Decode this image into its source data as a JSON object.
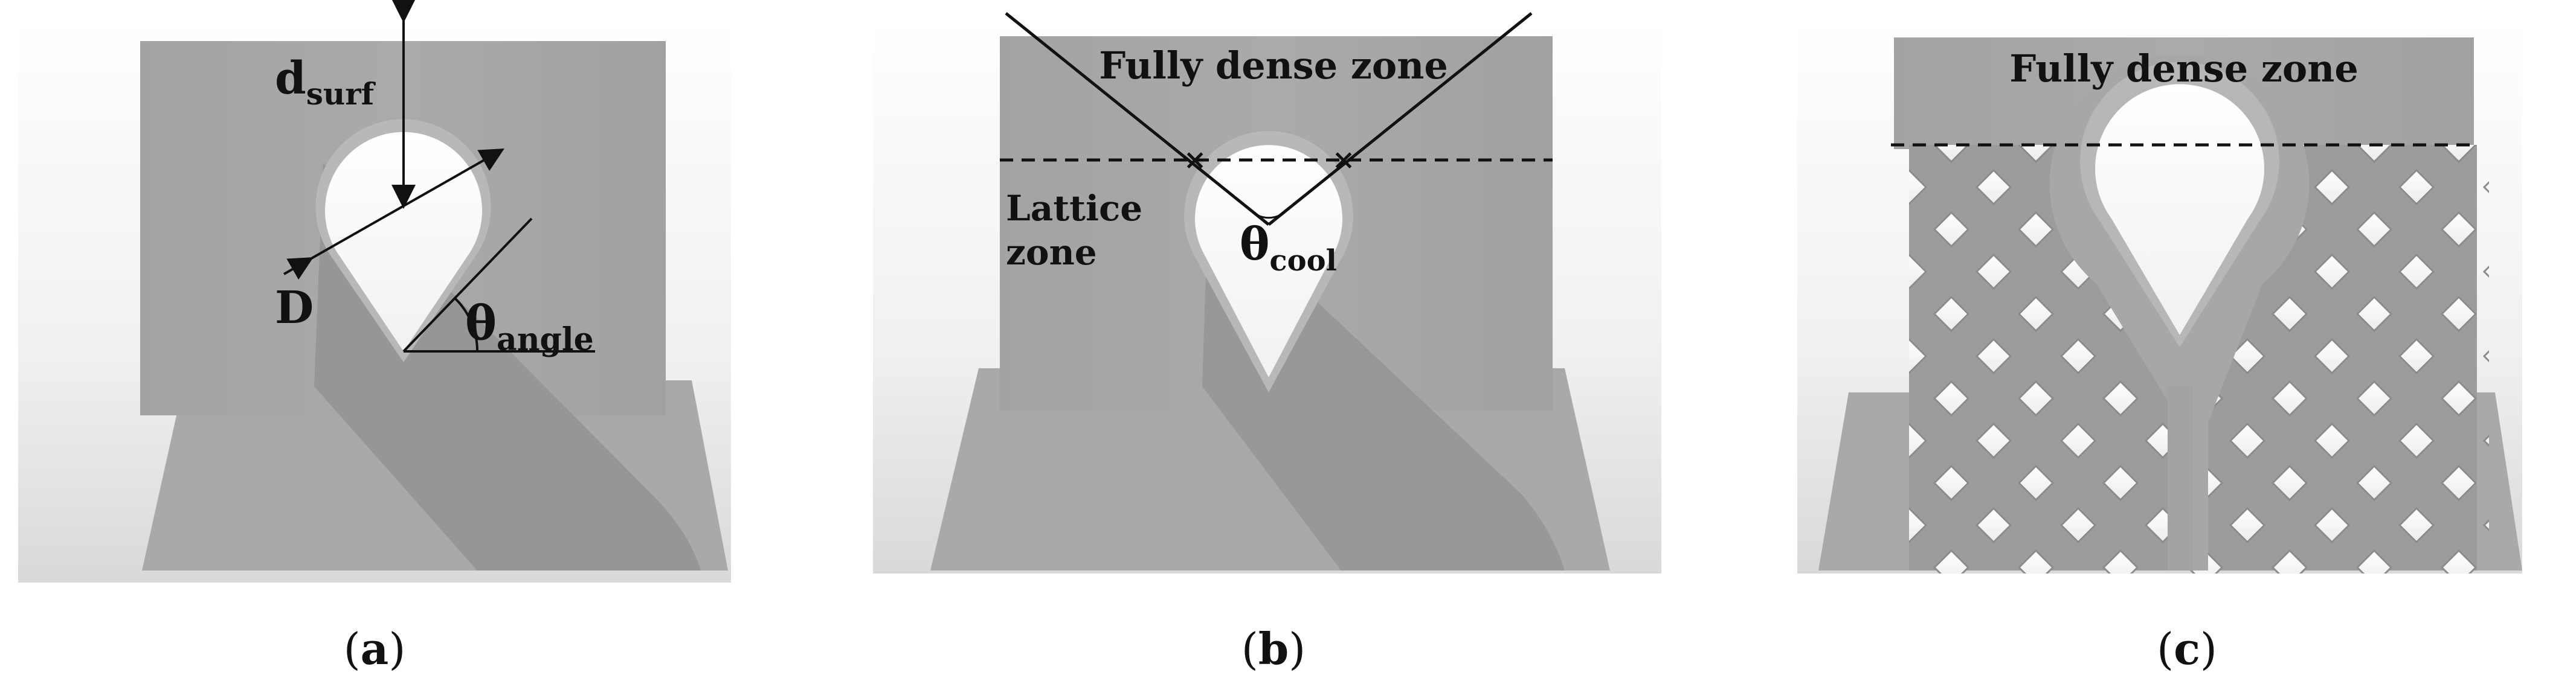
{
  "panels": [
    {
      "caption_letter": "a",
      "labels": {
        "d_main": "d",
        "d_sub": "surf",
        "D": "D",
        "theta_main": "θ",
        "theta_sub": "angle"
      }
    },
    {
      "caption_letter": "b",
      "labels": {
        "fully_dense": "Fully dense zone",
        "lattice_line1": "Lattice",
        "lattice_line2": "zone",
        "theta_main": "θ",
        "theta_sub": "cool"
      }
    },
    {
      "caption_letter": "c",
      "labels": {
        "fully_dense": "Fully dense zone"
      }
    }
  ],
  "colors": {
    "block": "#a6a6a6",
    "block_dark": "#9a9a9a",
    "shadow": "#8f8f8f",
    "rim": "#b9b9b9",
    "background_top": "#ffffff",
    "background_bottom": "#d4d4d4"
  }
}
